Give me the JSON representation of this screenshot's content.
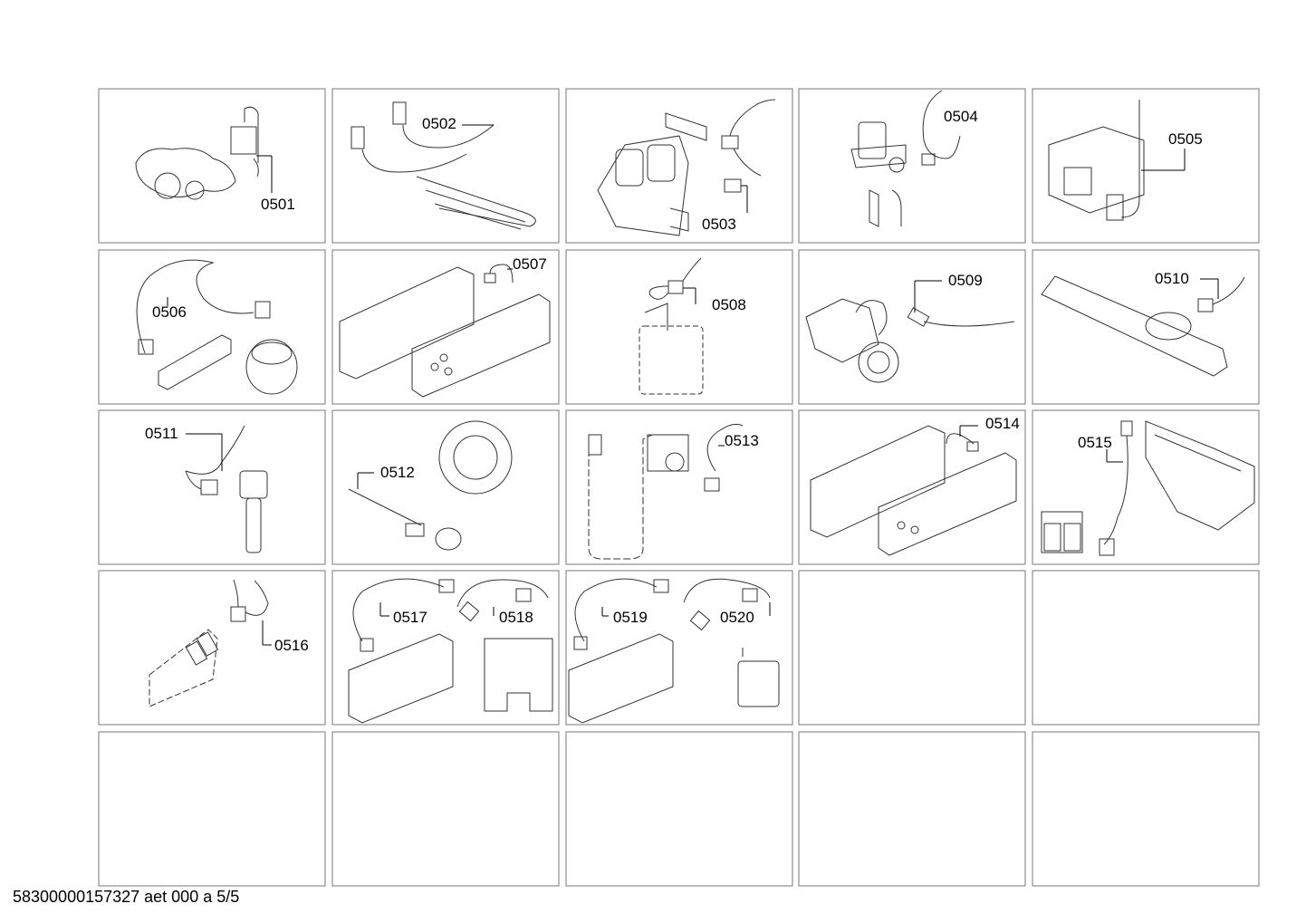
{
  "grid": {
    "rows": [
      [
        {
          "label": "0501",
          "icon": "drain-pump-motor-icon"
        },
        {
          "label": "0502",
          "icon": "heating-element-harness-icon"
        },
        {
          "label": "0503",
          "icon": "inlet-valve-harness-icon"
        },
        {
          "label": "0504",
          "icon": "single-valve-harness-icon"
        },
        {
          "label": "0505",
          "icon": "control-module-harness-icon"
        }
      ],
      [
        {
          "label": "0506",
          "icon": "pressure-sensor-harness-icon"
        },
        {
          "label": "0507",
          "icon": "electronic-module-harness-icon"
        },
        {
          "label": "0508",
          "icon": "suppressor-harness-icon"
        },
        {
          "label": "0509",
          "icon": "circulation-pump-harness-icon"
        },
        {
          "label": "0510",
          "icon": "sensor-bracket-harness-icon"
        }
      ],
      [
        {
          "label": "0511",
          "icon": "level-sensor-harness-icon"
        },
        {
          "label": "0512",
          "icon": "door-lock-sensor-harness-icon"
        },
        {
          "label": "0513",
          "icon": "aquastop-hose-harness-icon"
        },
        {
          "label": "0514",
          "icon": "power-module-harness-icon"
        },
        {
          "label": "0515",
          "icon": "dispenser-harness-icon"
        }
      ],
      [
        {
          "label": "0516",
          "icon": "display-board-harness-icon"
        },
        {
          "label": "0517",
          "icon": "module-harness-a-icon",
          "label2": "0518"
        },
        {
          "label": "0519",
          "icon": "module-harness-b-icon",
          "label2": "0520"
        },
        {
          "label": "",
          "icon": ""
        },
        {
          "label": "",
          "icon": ""
        }
      ],
      [
        {
          "label": "",
          "icon": ""
        },
        {
          "label": "",
          "icon": ""
        },
        {
          "label": "",
          "icon": ""
        },
        {
          "label": "",
          "icon": ""
        },
        {
          "label": "",
          "icon": ""
        }
      ]
    ]
  },
  "footer": {
    "text": "58300000157327 aet 000 a 5/5"
  }
}
